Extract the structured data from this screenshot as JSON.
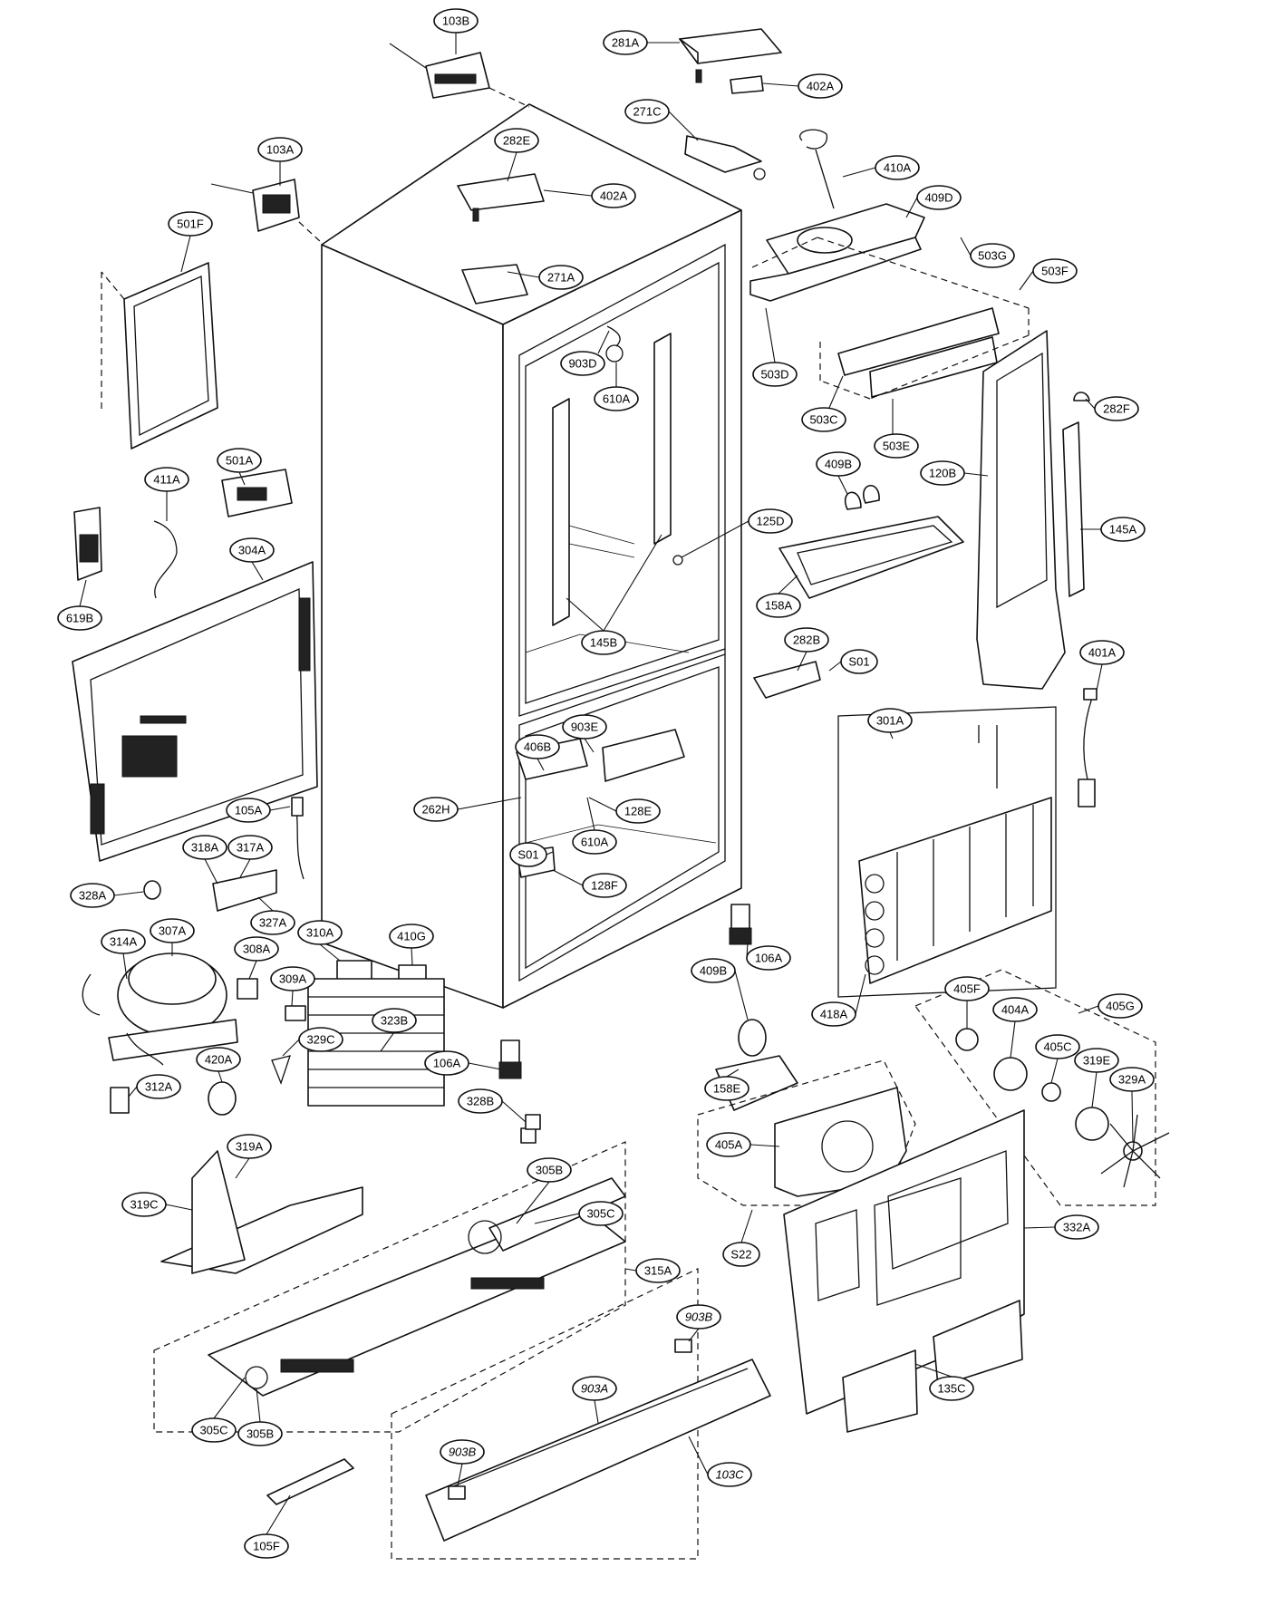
{
  "callouts": {
    "c103B": "103B",
    "c281A": "281A",
    "c402A_top": "402A",
    "c271C": "271C",
    "c282E": "282E",
    "c402A": "402A",
    "c410A": "410A",
    "c103A": "103A",
    "c409D": "409D",
    "c501F": "501F",
    "c503G": "503G",
    "c503F": "503F",
    "c271A": "271A",
    "c903D": "903D",
    "c610A_top": "610A",
    "c503D": "503D",
    "c503C": "503C",
    "c503E": "503E",
    "c282F": "282F",
    "c501A": "501A",
    "c409B_top": "409B",
    "c120B": "120B",
    "c411A": "411A",
    "c304A": "304A",
    "c125D": "125D",
    "c145A": "145A",
    "c619B": "619B",
    "c158A": "158A",
    "c145B": "145B",
    "c282B": "282B",
    "cS01_right": "S01",
    "c401A": "401A",
    "c301A": "301A",
    "c903E": "903E",
    "c406B": "406B",
    "c105A": "105A",
    "c262H": "262H",
    "c128E": "128E",
    "c610A": "610A",
    "cS01": "S01",
    "c128F": "128F",
    "c318A": "318A",
    "c317A": "317A",
    "c328A": "328A",
    "c327A": "327A",
    "c310A": "310A",
    "c410G": "410G",
    "c106A_right": "106A",
    "c314A": "314A",
    "c307A": "307A",
    "c308A": "308A",
    "c309A": "309A",
    "c409B": "409B",
    "c418A": "418A",
    "c405F": "405F",
    "c404A": "404A",
    "c405G": "405G",
    "c323B": "323B",
    "c329C": "329C",
    "c106A": "106A",
    "c405C": "405C",
    "c319E": "319E",
    "c329A": "329A",
    "c420A": "420A",
    "c312A": "312A",
    "c158E": "158E",
    "c328B": "328B",
    "c405A": "405A",
    "c319A": "319A",
    "c305B": "305B",
    "c319C": "319C",
    "c305C": "305C",
    "c332A": "332A",
    "cS22": "S22",
    "c315A": "315A",
    "c903B": "903B",
    "c135C": "135C",
    "c903A": "903A",
    "c305C_low": "305C",
    "c305B_low": "305B",
    "c903B_low": "903B",
    "c103C": "103C",
    "c105F": "105F"
  }
}
